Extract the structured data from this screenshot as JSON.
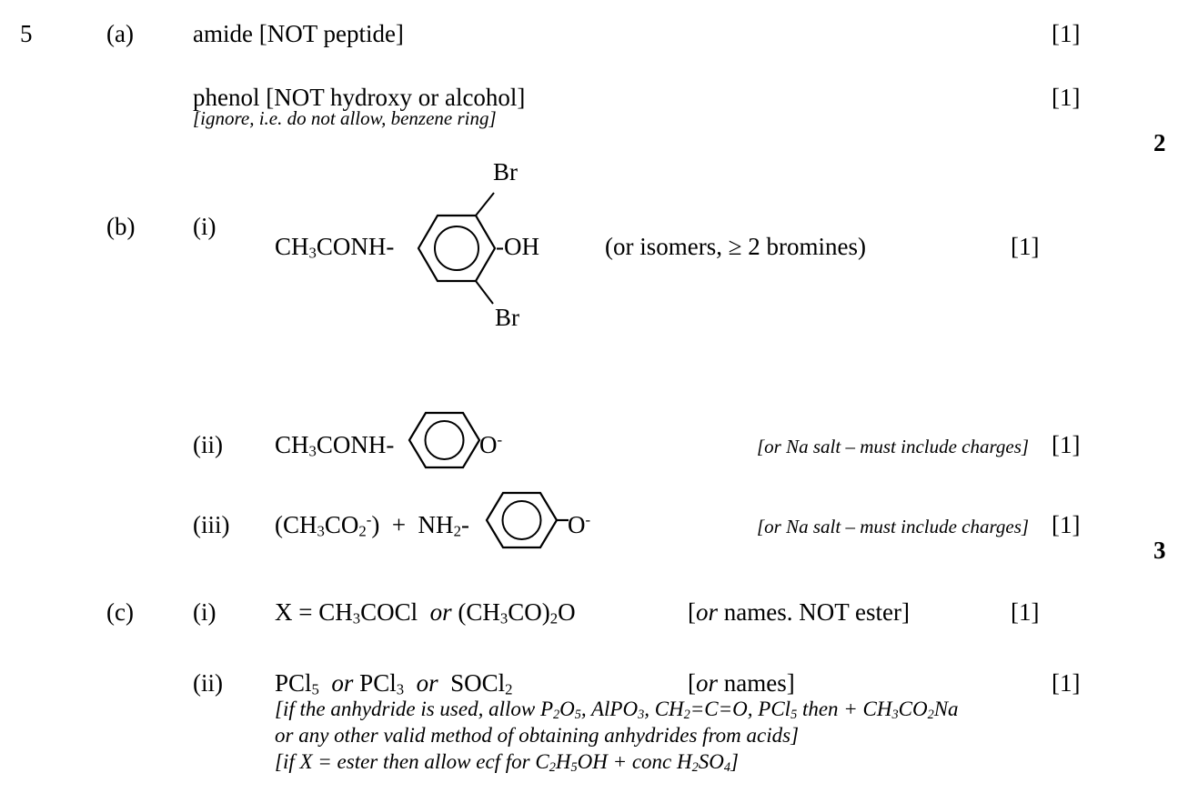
{
  "question_number": "5",
  "part_a": {
    "label": "(a)",
    "line1": "amide  [NOT peptide]",
    "mark1": "[1]",
    "line2": "phenol [NOT hydroxy or alcohol]",
    "note2": "[ignore, i.e. do not allow, benzene ring]",
    "mark2": "[1]",
    "total": "2"
  },
  "part_b": {
    "label": "(b)",
    "i": {
      "label": "(i)",
      "left_group": "CH3CONH-",
      "right_group": "-OH",
      "top_sub": "Br",
      "bottom_sub": "Br",
      "comment": "(or isomers, ≥ 2 bromines)",
      "mark": "[1]"
    },
    "ii": {
      "label": "(ii)",
      "left_group": "CH3CONH-",
      "right_group": "O-",
      "note": "[or Na salt – must include charges]",
      "mark": "[1]"
    },
    "iii": {
      "label": "(iii)",
      "left_part": "(CH3CO2-)  +  NH2-",
      "right_group": "O-",
      "note": "[or Na salt – must include charges]",
      "mark": "[1]"
    },
    "total": "3"
  },
  "part_c": {
    "label": "(c)",
    "i": {
      "label": "(i)",
      "answer": "X = CH3COCl  or  (CH3CO)2O",
      "note": "[or names. NOT ester]",
      "mark": "[1]"
    },
    "ii": {
      "label": "(ii)",
      "answer": "PCl5  or  PCl3  or  SOCl2",
      "note": "[or names]",
      "mark": "[1]",
      "extra1": "[if the anhydride is used, allow P2O5, AlPO3, CH2=C=O, PCl5 then + CH3CO2Na",
      "extra2": "or any other valid method of obtaining anhydrides from acids]",
      "extra3": "[if X = ester then allow ecf for C2H5OH + conc H2SO4]"
    }
  }
}
